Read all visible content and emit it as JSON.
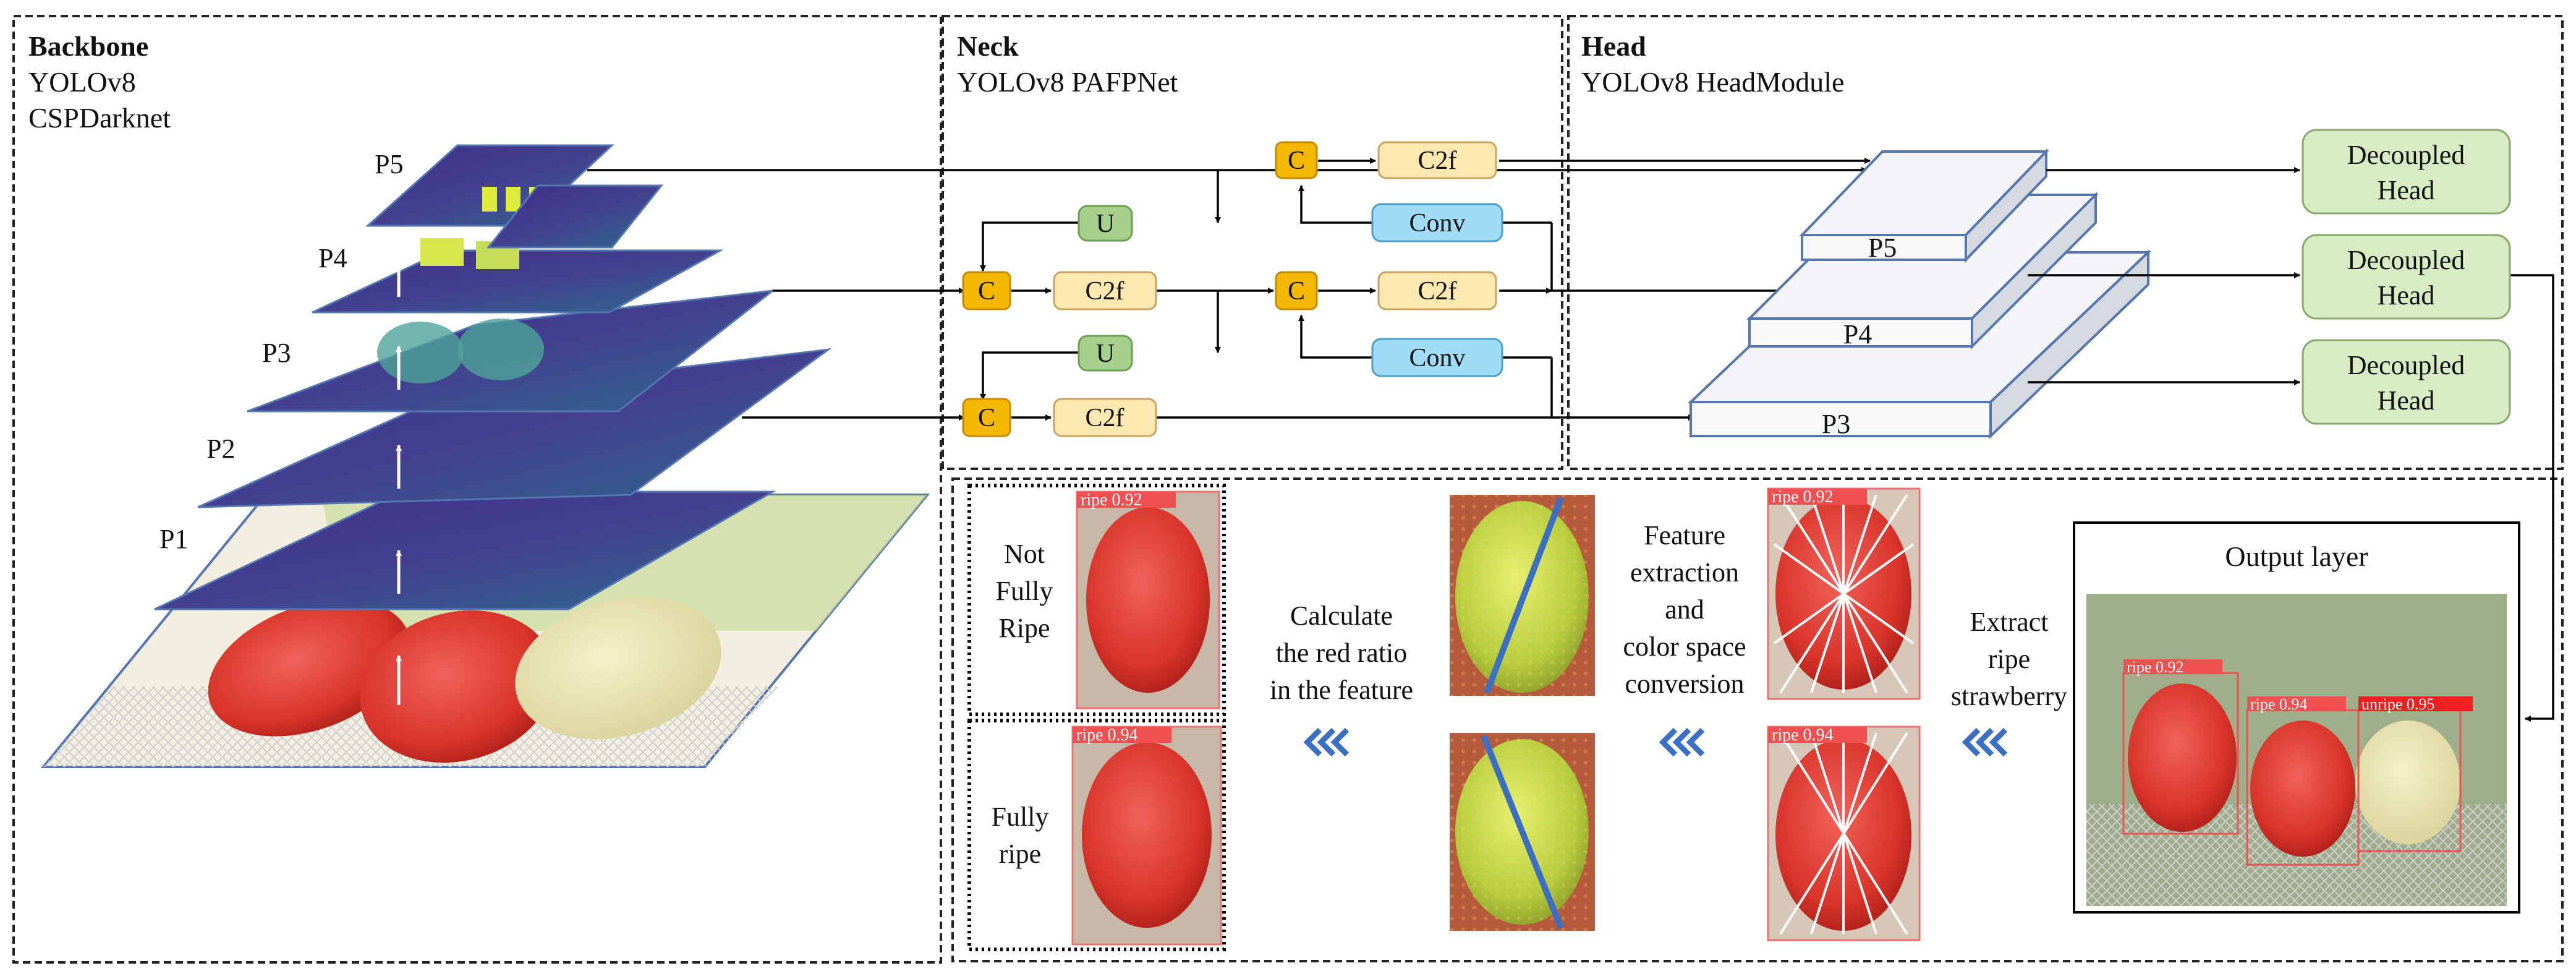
{
  "backbone": {
    "title": "Backbone",
    "line1": "YOLOv8",
    "line2": "CSPDarknet",
    "levels": [
      "P5",
      "P4",
      "P3",
      "P2",
      "P1"
    ]
  },
  "neck": {
    "title": "Neck",
    "subtitle": "YOLOv8 PAFPNet",
    "concat": "C",
    "c2f": "C2f",
    "upsample": "U",
    "conv": "Conv"
  },
  "head": {
    "title": "Head",
    "subtitle": "YOLOv8 HeadModule",
    "planes": [
      "P5",
      "P4",
      "P3"
    ],
    "decoupled": [
      "Decoupled",
      "Head"
    ]
  },
  "detection": {
    "output_title": "Output layer",
    "extract": [
      "Extract",
      "ripe",
      "strawberry"
    ],
    "feature": [
      "Feature",
      "extraction",
      "and",
      "color space",
      "conversion"
    ],
    "calc": [
      "Calculate",
      "the red ratio",
      "in the feature"
    ],
    "not_fully": [
      "Not",
      "Fully",
      "Ripe"
    ],
    "fully": [
      "Fully",
      "ripe"
    ],
    "tag_ripe_92": "ripe 0.92",
    "tag_ripe_94": "ripe 0.94",
    "tag_unripe_95": "unripe 0.95"
  },
  "colors": {
    "concat_fill": "#f5b800",
    "c2f_fill": "#fde9b0",
    "upsample_fill": "#a8d08d",
    "conv_fill": "#9fdcf5",
    "decoupled_fill": "#d8ecc4",
    "plane_edge": "#5576b0",
    "strawberry_red": "#d9342a",
    "tag_red": "#f05050"
  }
}
